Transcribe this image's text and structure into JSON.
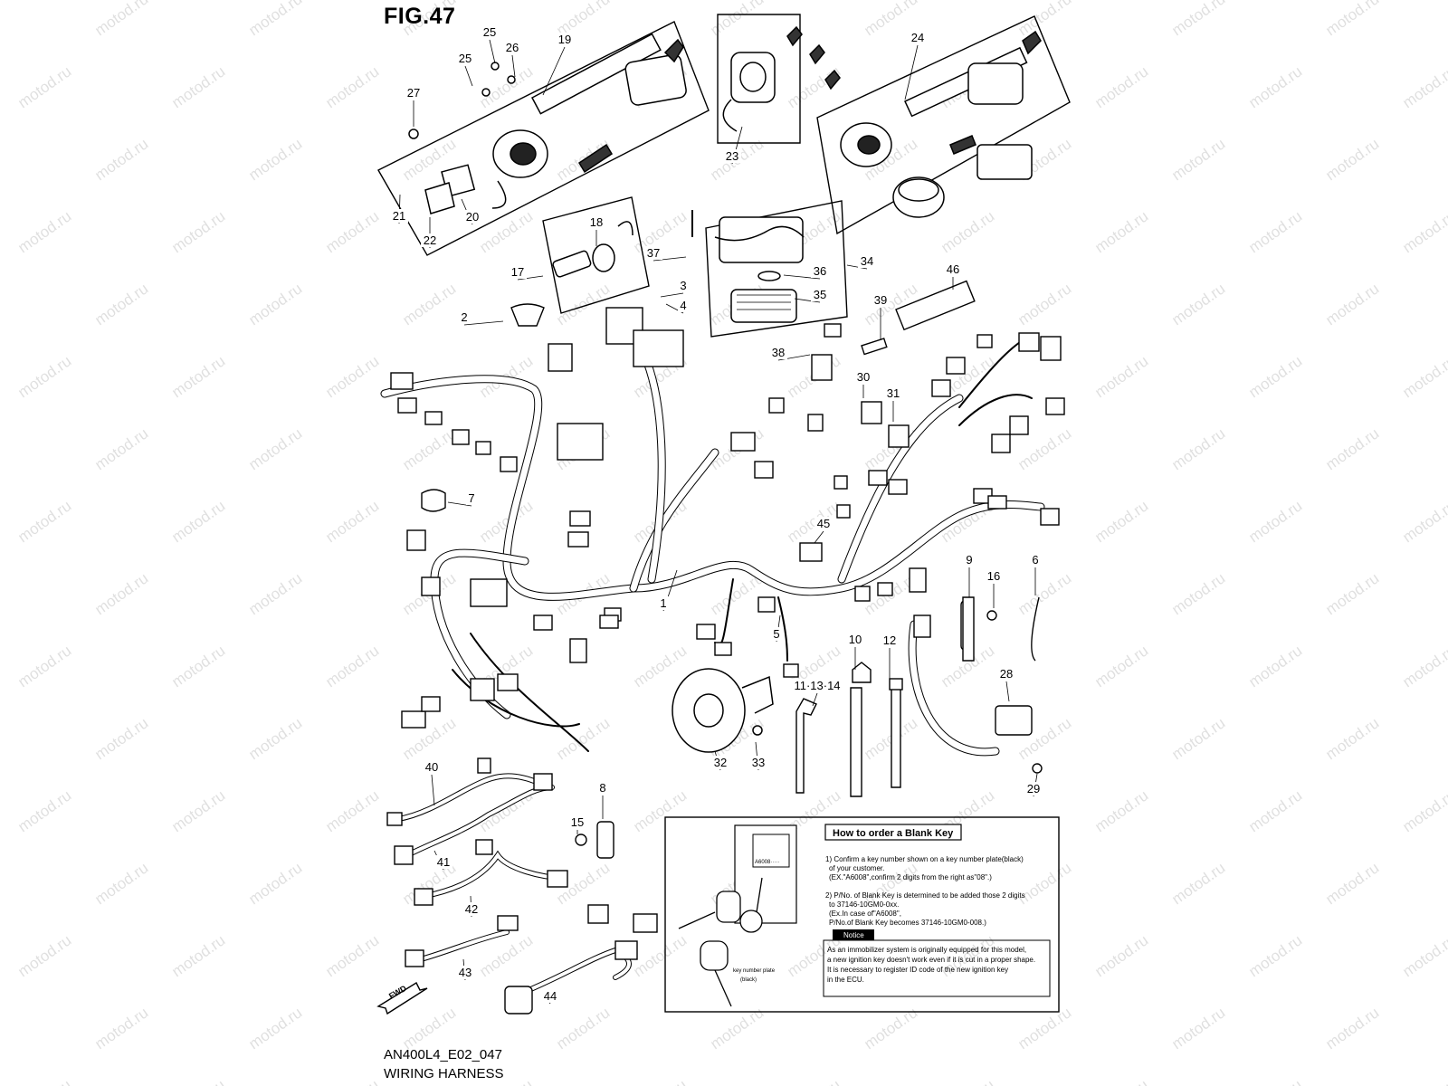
{
  "figure": {
    "title": "FIG.47"
  },
  "footer": {
    "code": "AN400L4_E02_047",
    "name": "WIRING HARNESS"
  },
  "watermark": "motod.ru",
  "fwd_label": "FWD",
  "parts": [
    "1",
    "2",
    "3",
    "4",
    "5",
    "6",
    "7",
    "8",
    "9",
    "10",
    "11·13·14",
    "12",
    "15",
    "16",
    "17",
    "18",
    "19",
    "20",
    "21",
    "22",
    "23",
    "24",
    "25",
    "26",
    "27",
    "28",
    "29",
    "30",
    "31",
    "32",
    "33",
    "34",
    "35",
    "36",
    "37",
    "38",
    "39",
    "40",
    "41",
    "42",
    "43",
    "44",
    "45",
    "46"
  ],
  "blank_key_box": {
    "title": "How to order a Blank Key",
    "key_plate": "A6008·····",
    "key_plate_caption": "key number plate\n(black)",
    "steps": [
      "1) Confirm a key number shown on a key number plate(black)",
      "of your customer.",
      "(EX.\"A6008\",confirm 2 digits from the right as\"08\".)",
      "2) P/No. of Blank Key is determined to be added those 2 digits",
      "to 37146-10GM0-0xx.",
      "(Ex.In case of\"A6008\",",
      "P/No.of Blank Key becomes 37146-10GM0-008.)"
    ],
    "notice_label": "Notice",
    "notice_lines": [
      "As an immobilizer system is originally equipped for this model,",
      "a new ignition key doesn't work even if it is cut in a proper shape.",
      "It is necessary to register ID code of the new ignition key",
      "in the ECU."
    ]
  }
}
